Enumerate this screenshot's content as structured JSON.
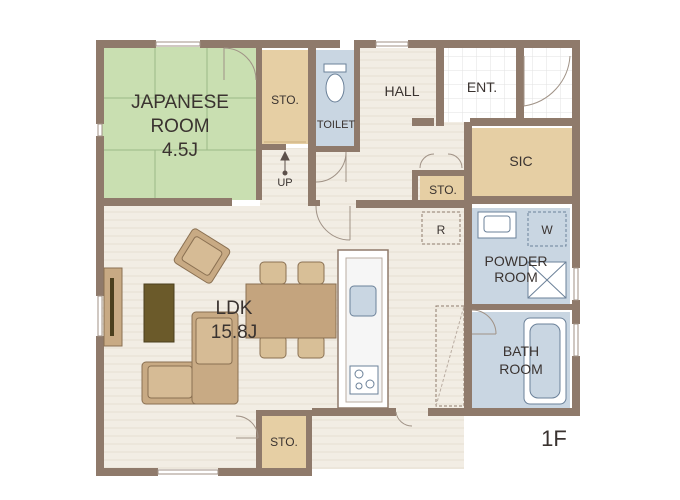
{
  "rooms": {
    "japanese": {
      "name": "JAPANESE",
      "name2": "ROOM",
      "size": "4.5J"
    },
    "ldk": {
      "name": "LDK",
      "size": "15.8J"
    },
    "hall": "HALL",
    "entrance": "ENT.",
    "sic": "SIC",
    "toilet": "TOILET",
    "powder": {
      "line1": "POWDER",
      "line2": "ROOM"
    },
    "bath": {
      "line1": "BATH",
      "line2": "ROOM"
    },
    "storage_top": "STO.",
    "storage_mid": "STO.",
    "storage_bottom": "STO.",
    "fridge": "R",
    "washer": "W"
  },
  "stairs_label": "UP",
  "floor_label": "1F",
  "colors": {
    "wall": "#8f7a6b",
    "tatami": "#c9dfb1",
    "wood_floor": "#f1ebe1",
    "storage": "#e6cfa4",
    "tile": "#c9d6e2",
    "sofa": "#c8aa84",
    "table": "#c4a47e",
    "tv_stand": "#6b5a2a"
  }
}
